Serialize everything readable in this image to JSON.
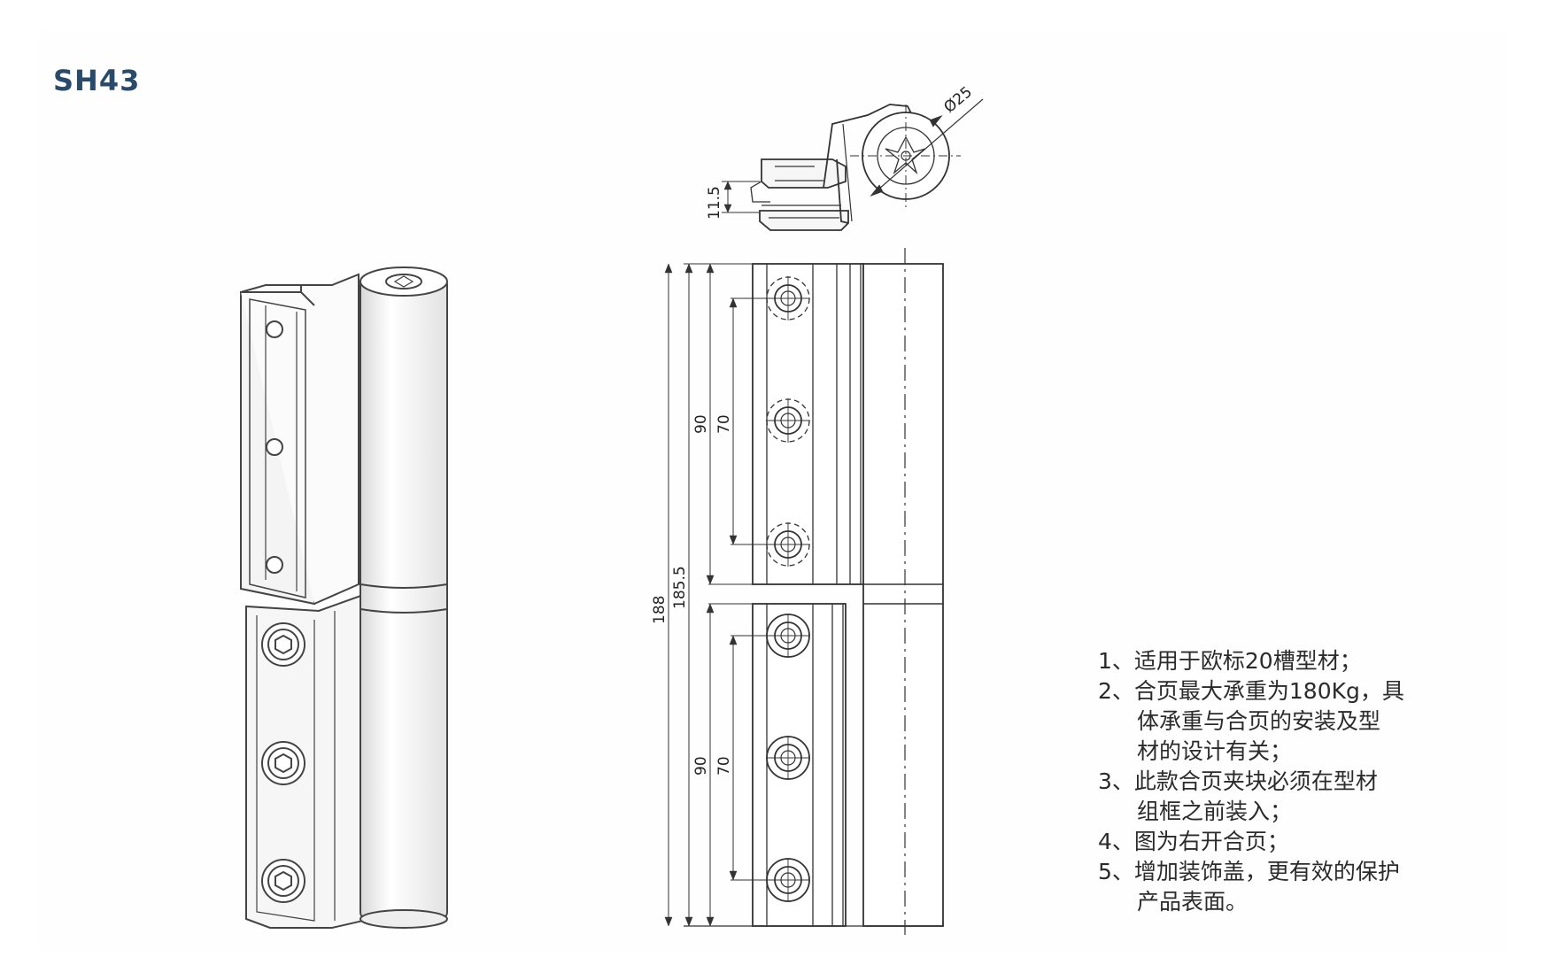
{
  "model": "SH43",
  "dimensions": {
    "diameter": "Ø25",
    "offset": "11.5",
    "overall_height": "188",
    "leaf_height": "185.5",
    "upper_outer": "90",
    "upper_inner": "70",
    "lower_outer": "90",
    "lower_inner": "70"
  },
  "notes": [
    {
      "text": "1、适用于欧标20槽型材；",
      "indent": false
    },
    {
      "text": "2、合页最大承重为180Kg，具",
      "indent": false
    },
    {
      "text": "体承重与合页的安装及型",
      "indent": true
    },
    {
      "text": "材的设计有关；",
      "indent": true
    },
    {
      "text": "3、此款合页夹块必须在型材",
      "indent": false
    },
    {
      "text": "组框之前装入；",
      "indent": true
    },
    {
      "text": "4、图为右开合页；",
      "indent": false
    },
    {
      "text": "5、增加装饰盖，更有效的保护",
      "indent": false
    },
    {
      "text": "产品表面。",
      "indent": true
    }
  ],
  "colors": {
    "title": "#2a4a6b",
    "line": "#333333",
    "text": "#2b2b2b"
  }
}
